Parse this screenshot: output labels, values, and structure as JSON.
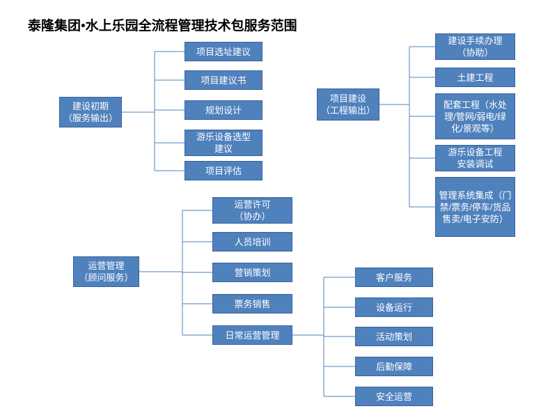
{
  "title": "泰隆集团•水上乐园全流程管理技术包服务范围",
  "colors": {
    "box_fill": "#4f81bd",
    "box_border": "#39629c",
    "box_text": "#ffffff",
    "connector_line": "#4f81bd",
    "title_text": "#000000",
    "background": "#ffffff"
  },
  "tree": {
    "branches": [
      {
        "label": "建设初期\n（服务输出）",
        "children": [
          "项目选址建议",
          "项目建议书",
          "规划设计",
          "游乐设备选型\n建议",
          "项目评估"
        ]
      },
      {
        "label": "项目建设\n（工程输出）",
        "children": [
          "建设手续办理\n（协助）",
          "土建工程",
          "配套工程（水处理/管网/弱电/绿化/景观等）",
          "游乐设备工程\n安装调试",
          "管理系统集成（门禁/票务/停车/货品售卖/电子安防）"
        ]
      },
      {
        "label": "运营管理\n（顾问服务）",
        "children": [
          "运营许可\n（协办）",
          "人员培训",
          "营销策划",
          "票务销售",
          "日常运营管理"
        ],
        "sub_children": [
          "客户服务",
          "设备运行",
          "活动策划",
          "后勤保障",
          "安全运营"
        ]
      }
    ]
  }
}
